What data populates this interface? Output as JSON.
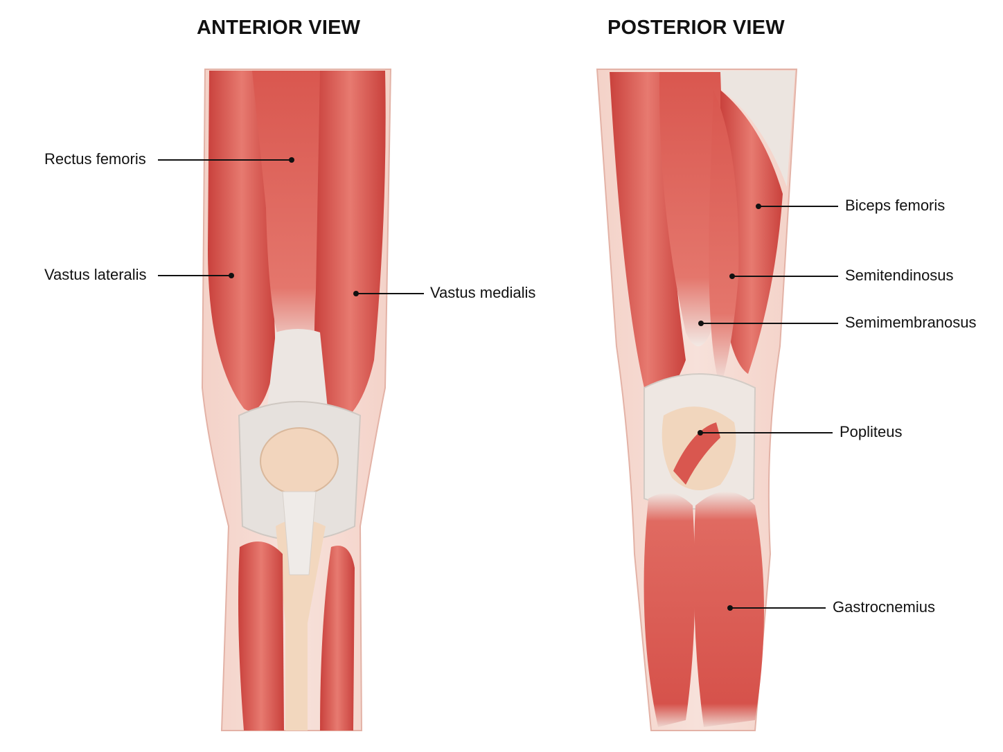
{
  "headings": {
    "anterior": "ANTERIOR VIEW",
    "posterior": "POSTERIOR VIEW"
  },
  "anterior_labels": {
    "rectus_femoris": "Rectus femoris",
    "vastus_lateralis": "Vastus lateralis",
    "vastus_medialis": "Vastus medialis"
  },
  "posterior_labels": {
    "biceps_femoris": "Biceps femoris",
    "semitendinosus": "Semitendinosus",
    "semimembranosus": "Semimembranosus",
    "popliteus": "Popliteus",
    "gastrocnemius": "Gastrocnemius"
  },
  "colors": {
    "muscle": "#d9574f",
    "muscle_light": "#ec8e84",
    "tendon": "#ebe6e1",
    "bone": "#f3d8bf",
    "skin": "#f5d7cf",
    "leader_line": "#111111"
  }
}
